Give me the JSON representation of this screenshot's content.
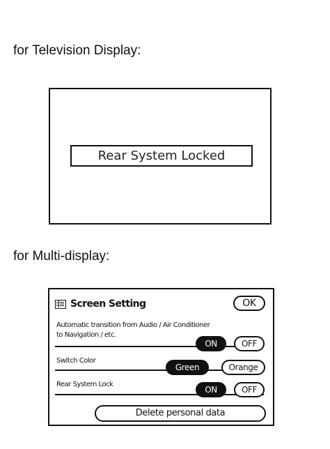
{
  "captions": {
    "television": "for Television Display:",
    "multi": "for Multi-display:"
  },
  "tv": {
    "message": "Rear System Locked"
  },
  "multi_display": {
    "title": "Screen Setting",
    "title_icon": "screen-list-icon",
    "ok_label": "OK",
    "rows": [
      {
        "label_line1": "Automatic transition from Audio / Air Conditioner",
        "label_line2": "to Navigation / etc.",
        "options": [
          "ON",
          "OFF"
        ],
        "selected": "ON"
      },
      {
        "label_line1": "Switch Color",
        "options": [
          "Green",
          "Orange"
        ],
        "selected": "Green"
      },
      {
        "label_line1": "Rear System Lock",
        "options": [
          "ON",
          "OFF"
        ],
        "selected": "ON"
      }
    ],
    "delete_label": "Delete personal data"
  },
  "colors": {
    "ink": "#111111",
    "background": "#ffffff"
  }
}
